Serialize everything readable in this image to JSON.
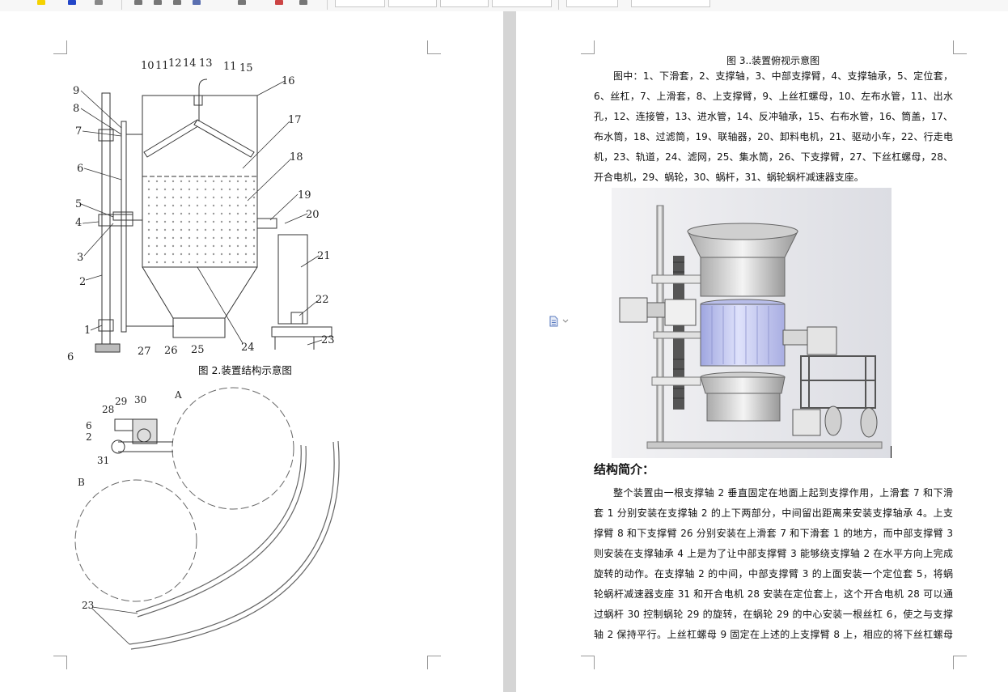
{
  "left_page": {
    "fig2_caption": "图 2.装置结构示意图",
    "fig2_labels": [
      "9",
      "8",
      "7",
      "6",
      "5",
      "4",
      "3",
      "2",
      "1",
      "6",
      "27",
      "26",
      "25",
      "24",
      "23",
      "22",
      "21",
      "20",
      "19",
      "18",
      "17",
      "16",
      "15",
      "11",
      "13",
      "14",
      "12",
      "11",
      "10"
    ],
    "fig3_labels": [
      "A",
      "B",
      "29",
      "30",
      "28",
      "6",
      "2",
      "31",
      "23"
    ]
  },
  "right_page": {
    "fig3_caption": "图 3..装置俯视示意图",
    "legend_lines": [
      "图中：1、下滑套，2、支撑轴，3、中部支撑臂，4、支撑轴承，5、定位套，",
      "6、丝杠，7、上滑套，8、上支撑臂，9、上丝杠螺母，10、左布水管，11、出水",
      "孔，12、连接管，13、进水管，14、反冲轴承，15、右布水管，16、筒盖，17、",
      "布水筒，18、过滤筒，19、联轴器，20、卸料电机，21、驱动小车，22、行走电",
      "机，23、轨道，24、滤网，25、集水筒，26、下支撑臂，27、下丝杠螺母，28、",
      "开合电机，29、蜗轮，30、蜗杆，31、蜗轮蜗杆减速器支座。"
    ],
    "heading": "结构简介：",
    "body_lines": [
      "整个装置由一根支撑轴 2 垂直固定在地面上起到支撑作用，上滑套 7 和下滑",
      "套 1 分别安装在支撑轴 2 的上下两部分，中间留出距离来安装支撑轴承 4。上支",
      "撑臂 8 和下支撑臂 26 分别安装在上滑套 7 和下滑套 1 的地方，而中部支撑臂 3",
      "则安装在支撑轴承 4 上是为了让中部支撑臂 3 能够绕支撑轴 2 在水平方向上完成",
      "旋转的动作。在支撑轴 2 的中间，中部支撑臂 3 的上面安装一个定位套 5，将蜗",
      "轮蜗杆减速器支座 31 和开合电机 28 安装在定位套上，这个开合电机 28 可以通",
      "过蜗杆 30 控制蜗轮 29 的旋转，在蜗轮 29 的中心安装一根丝杠 6，使之与支撑",
      "轴 2 保持平行。上丝杠螺母 9 固定在上述的上支撑臂 8 上，相应的将下丝杠螺母"
    ]
  },
  "colors": {
    "gutter": "#d5d5d5",
    "toolbar": "#f7f7f7",
    "render_cylinder": "#c9cdf0",
    "render_background": "#e6e7ec"
  }
}
